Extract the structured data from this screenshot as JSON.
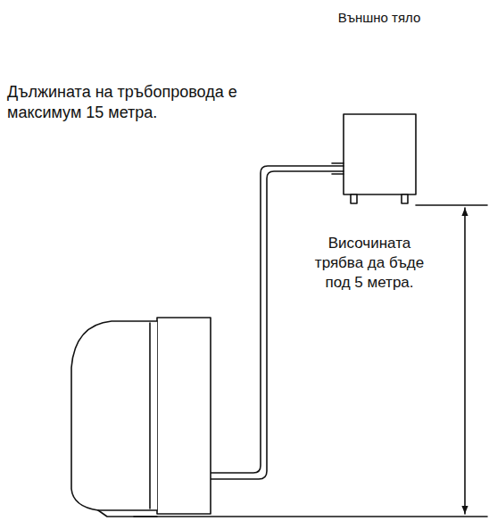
{
  "diagram": {
    "labels": [
      "Външно тяло",
      "Дължината на тръбопровода е максимум 15 метра.",
      "Височината трябва да бъде под 5 метра."
    ]
  }
}
